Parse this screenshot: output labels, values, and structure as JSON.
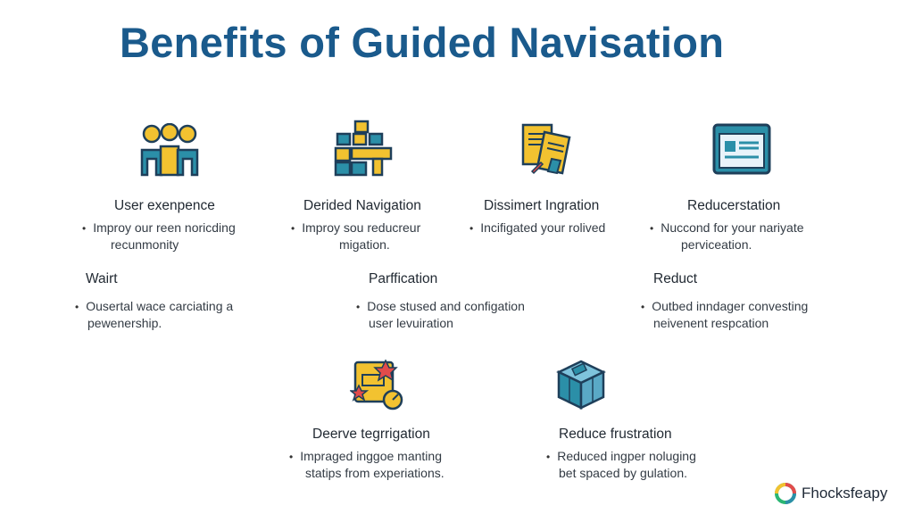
{
  "title": "Benefits of Guided Navisation",
  "icons": {
    "users": "users-icon",
    "blocks": "blocks-icon",
    "documents": "documents-icon",
    "browser": "browser-window-icon",
    "puzzle": "puzzle-icon",
    "cube": "cube-icon",
    "brand": "brand-logo-icon"
  },
  "row1": [
    {
      "title": "User exenpence",
      "lines": [
        "Improy our reen noricding",
        "recunmonity"
      ]
    },
    {
      "title": "Derided Navigation",
      "lines": [
        "Improy sou reducreur",
        "migation."
      ]
    },
    {
      "title": "Dissimert Ingration",
      "lines": [
        "Incifigated your rolived"
      ]
    },
    {
      "title": "Reducerstation",
      "lines": [
        "Nuccond for your nariyate",
        "perviceation."
      ]
    }
  ],
  "row2": [
    {
      "title": "Wairt",
      "lines": [
        "Ousertal wace carciating a",
        "pewenership."
      ]
    },
    {
      "title": "Parffication",
      "lines": [
        "Dose stused and configation",
        "user levuiration"
      ]
    },
    {
      "title": "Reduct",
      "lines": [
        "Outbed inndager convesting",
        "neivenent respcation"
      ]
    }
  ],
  "row3": [
    {
      "title": "Deerve tegrrigation",
      "lines": [
        "Impraged inggoe manting",
        "statips from experiations."
      ]
    },
    {
      "title": "Reduce frustration",
      "lines": [
        "Reduced ingper noluging",
        "bet spaced by gulation."
      ]
    }
  ],
  "brand": {
    "name": "Fhocksfeapy"
  },
  "colors": {
    "title": "#1a5a8c",
    "teal": "#2b8fa8",
    "yellow": "#f2c230",
    "navy": "#1e3f5a",
    "red": "#e24b4b"
  }
}
